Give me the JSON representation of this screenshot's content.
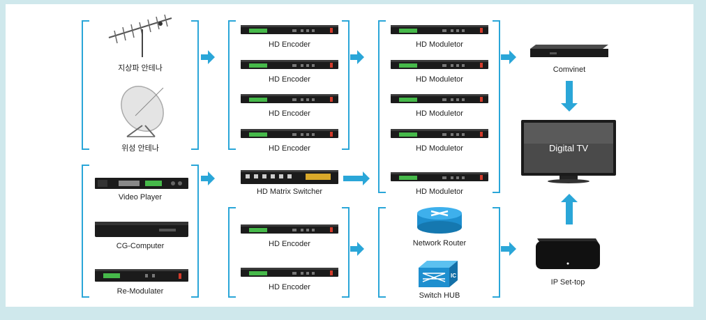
{
  "colors": {
    "accent": "#2aa6d8",
    "device": "#1b1b1b",
    "display": "#46b94a",
    "frame": "#cfe8ec"
  },
  "sources": {
    "terrestrial_antenna": "지상파 안테나",
    "satellite_antenna": "위성 안테나",
    "video_player": "Video Player",
    "cg_computer": "CG-Computer",
    "re_modulater": "Re-Modulater"
  },
  "encoders": {
    "label": "HD Encoder"
  },
  "matrix": {
    "label": "HD Matrix Switcher"
  },
  "modulators": {
    "label": "HD Moduletor"
  },
  "network": {
    "router": "Network Router",
    "hub": "Switch HUB",
    "hub_logo": "IC"
  },
  "outputs": {
    "combiner": "Comvinet",
    "tv": "Digital TV",
    "settop": "IP Set-top"
  }
}
